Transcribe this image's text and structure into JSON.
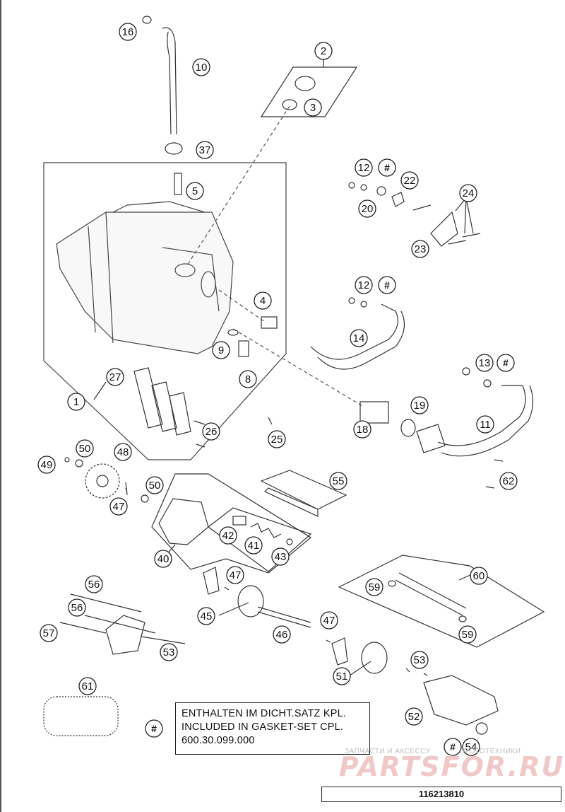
{
  "callouts": [
    {
      "id": "c16",
      "label": "16"
    },
    {
      "id": "c10",
      "label": "10"
    },
    {
      "id": "c2",
      "label": "2"
    },
    {
      "id": "c3",
      "label": "3"
    },
    {
      "id": "c37",
      "label": "37"
    },
    {
      "id": "c5",
      "label": "5"
    },
    {
      "id": "c12a",
      "label": "12"
    },
    {
      "id": "cH1",
      "label": "#"
    },
    {
      "id": "c22",
      "label": "22"
    },
    {
      "id": "c20",
      "label": "20"
    },
    {
      "id": "c24",
      "label": "24"
    },
    {
      "id": "c23",
      "label": "23"
    },
    {
      "id": "c12b",
      "label": "12"
    },
    {
      "id": "cH2",
      "label": "#"
    },
    {
      "id": "c4",
      "label": "4"
    },
    {
      "id": "c14",
      "label": "14"
    },
    {
      "id": "c9",
      "label": "9"
    },
    {
      "id": "c8",
      "label": "8"
    },
    {
      "id": "c13",
      "label": "13"
    },
    {
      "id": "cH3",
      "label": "#"
    },
    {
      "id": "c27",
      "label": "27"
    },
    {
      "id": "c1",
      "label": "1"
    },
    {
      "id": "c19",
      "label": "19"
    },
    {
      "id": "c11",
      "label": "11"
    },
    {
      "id": "c18",
      "label": "18"
    },
    {
      "id": "c26",
      "label": "26"
    },
    {
      "id": "c25",
      "label": "25"
    },
    {
      "id": "c50a",
      "label": "50"
    },
    {
      "id": "c48",
      "label": "48"
    },
    {
      "id": "c49",
      "label": "49"
    },
    {
      "id": "c62",
      "label": "62"
    },
    {
      "id": "c55",
      "label": "55"
    },
    {
      "id": "c50b",
      "label": "50"
    },
    {
      "id": "c47a",
      "label": "47"
    },
    {
      "id": "c42",
      "label": "42"
    },
    {
      "id": "c41",
      "label": "41"
    },
    {
      "id": "c43",
      "label": "43"
    },
    {
      "id": "c40",
      "label": "40"
    },
    {
      "id": "c60",
      "label": "60"
    },
    {
      "id": "c47b",
      "label": "47"
    },
    {
      "id": "c59a",
      "label": "59"
    },
    {
      "id": "c56a",
      "label": "56"
    },
    {
      "id": "c56b",
      "label": "56"
    },
    {
      "id": "c45",
      "label": "45"
    },
    {
      "id": "c59b",
      "label": "59"
    },
    {
      "id": "c57",
      "label": "57"
    },
    {
      "id": "c47c",
      "label": "47"
    },
    {
      "id": "c46",
      "label": "46"
    },
    {
      "id": "c53a",
      "label": "53"
    },
    {
      "id": "c53b",
      "label": "53"
    },
    {
      "id": "c51",
      "label": "51"
    },
    {
      "id": "c61",
      "label": "61"
    },
    {
      "id": "c52",
      "label": "52"
    },
    {
      "id": "cH4",
      "label": "#"
    },
    {
      "id": "cH5",
      "label": "#"
    },
    {
      "id": "c54",
      "label": "54"
    }
  ],
  "note": {
    "line1": "ENTHALTEN IM DICHT.SATZ KPL.",
    "line2": "INCLUDED IN GASKET-SET CPL.",
    "line3": "600.30.099.000"
  },
  "drawing_number": "116213810",
  "watermark": {
    "top_text": "ЗАПЧАСТИ И АКСЕССУ",
    "top_text_right": "МОТОТЕХНИКИ",
    "logo": "PARTSFOR.RU"
  }
}
